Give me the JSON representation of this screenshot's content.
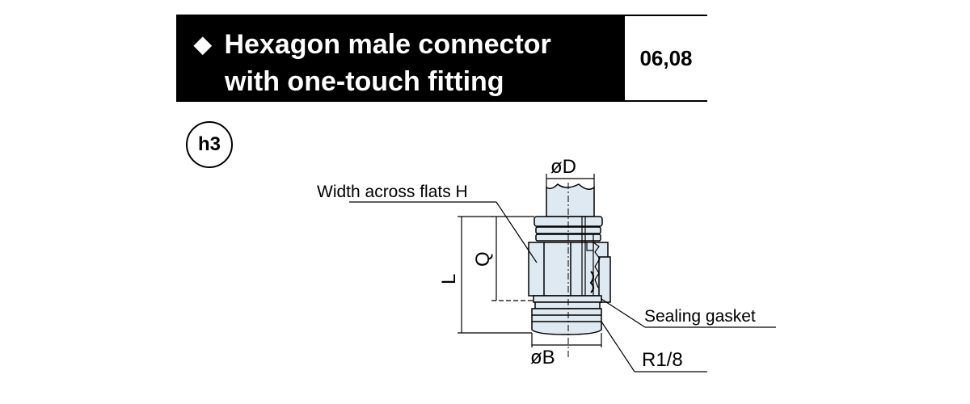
{
  "header": {
    "bullet": "◆",
    "title_line1": "Hexagon male connector",
    "title_line2": "with one-touch fitting",
    "sizes": "06,08"
  },
  "badge": "h3",
  "labels": {
    "diameter_d": "øD",
    "width_across_flats": "Width across flats H",
    "dim_q": "Q",
    "dim_l": "L",
    "sealing_gasket": "Sealing gasket",
    "diameter_b": "øB",
    "thread": "R1/8"
  },
  "colors": {
    "header_bg": "#000000",
    "metal_fill": "#dfe9f1",
    "line": "#000000"
  }
}
